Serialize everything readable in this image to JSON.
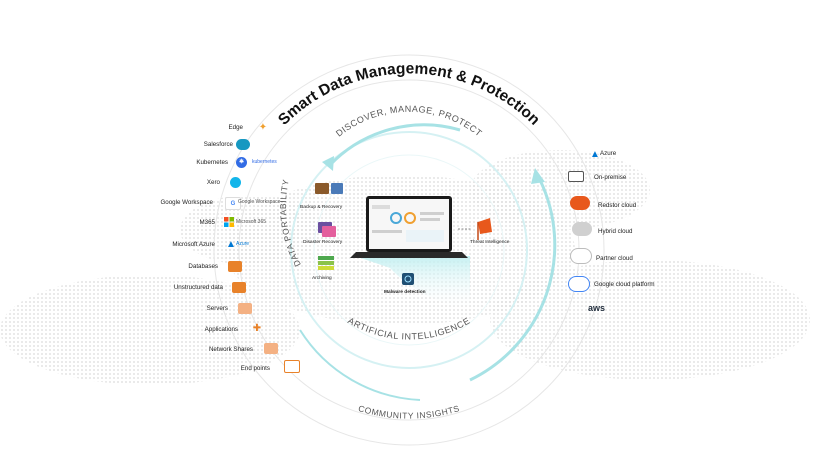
{
  "title": "Smart Data Management & Protection",
  "rings": {
    "inner": "DISCOVER, MANAGE, PROTECT",
    "left": "DATA PORTABILITY",
    "bottom_inner": "ARTIFICIAL INTELLIGENCE",
    "bottom_outer": "COMMUNITY INSIGHTS"
  },
  "sources": [
    {
      "label": "Edge",
      "badge": "",
      "icon": "edge-icon",
      "color": "#f0a030"
    },
    {
      "label": "Salesforce",
      "badge": "salesforce",
      "icon": "salesforce-icon",
      "color": "#1798c1"
    },
    {
      "label": "Kubernetes",
      "badge": "kubernetes",
      "icon": "kubernetes-icon",
      "color": "#326ce5"
    },
    {
      "label": "Xero",
      "badge": "xero",
      "icon": "xero-icon",
      "color": "#13b5ea"
    },
    {
      "label": "Google Workspace",
      "badge": "Google Workspace",
      "icon": "google-workspace-icon",
      "color": "#4285f4"
    },
    {
      "label": "M365",
      "badge": "Microsoft 365",
      "icon": "microsoft-365-icon",
      "color": "#d83b01"
    },
    {
      "label": "Microsoft Azure",
      "badge": "Azure",
      "icon": "azure-icon",
      "color": "#0078d4"
    },
    {
      "label": "Databases",
      "badge": "",
      "icon": "database-icon",
      "color": "#e8822a"
    },
    {
      "label": "Unstructured data",
      "badge": "",
      "icon": "unstructured-data-icon",
      "color": "#e8822a"
    },
    {
      "label": "Servers",
      "badge": "",
      "icon": "server-icon",
      "color": "#e8822a"
    },
    {
      "label": "Applications",
      "badge": "",
      "icon": "applications-icon",
      "color": "#e8822a"
    },
    {
      "label": "Network Shares",
      "badge": "",
      "icon": "network-share-icon",
      "color": "#e8822a"
    },
    {
      "label": "End points",
      "badge": "",
      "icon": "endpoint-icon",
      "color": "#e8822a"
    }
  ],
  "destinations": [
    {
      "label": "Azure",
      "icon": "azure-icon",
      "color": "#0078d4"
    },
    {
      "label": "On-premise",
      "icon": "on-premise-icon",
      "color": "#555555"
    },
    {
      "label": "Redstor cloud",
      "icon": "redstor-cloud-icon",
      "color": "#e8581c"
    },
    {
      "label": "Hybrid cloud",
      "icon": "hybrid-cloud-icon",
      "color": "#c8c8c8"
    },
    {
      "label": "Partner cloud",
      "icon": "partner-cloud-icon",
      "color": "#c8c8c8"
    },
    {
      "label": "Google cloud platform",
      "icon": "google-cloud-icon",
      "color": "#4285f4"
    },
    {
      "label": "aws",
      "icon": "aws-icon",
      "color": "#232f3e"
    }
  ],
  "center": {
    "backup": "Backup & Recovery",
    "disaster": "Disaster Recovery",
    "archiving": "Archiving",
    "malware": "Malware detection",
    "threat": "Threat Intelligence"
  },
  "colors": {
    "teal": "#7fd3d8",
    "accent": "#e8581c",
    "ink": "#111111"
  }
}
